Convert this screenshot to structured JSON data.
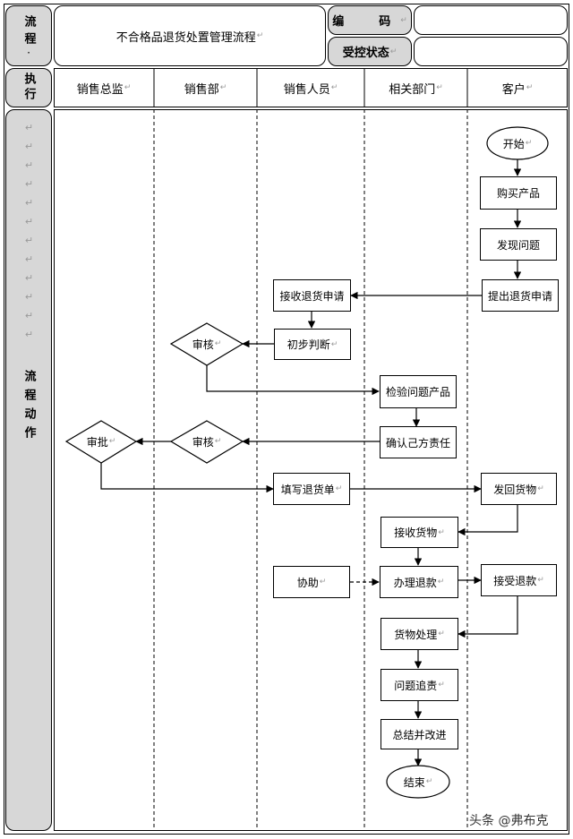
{
  "header": {
    "flow_label": "流程",
    "flow_label_tail": "·",
    "title": "不合格品退货处置管理流程",
    "code_label": "编  码",
    "code_value": "",
    "control_label": "受控状态",
    "control_value": ""
  },
  "lanes": {
    "exec_label": "执行",
    "columns": [
      "销售总监",
      "销售部",
      "销售人员",
      "相关部门",
      "客户"
    ]
  },
  "side": {
    "label": "流程动作"
  },
  "nodes": {
    "start": "开始",
    "buy": "购买产品",
    "find": "发现问题",
    "submit": "提出退货申请",
    "receive_app": "接收退货申请",
    "prelim": "初步判断",
    "review1": "审核",
    "inspect": "检验问题产品",
    "confirm": "确认己方责任",
    "review2": "审核",
    "approve": "审批",
    "fill_form": "填写退货单",
    "send_back": "发回货物",
    "receive_goods": "接收货物",
    "assist": "协助",
    "refund": "办理退款",
    "accept_refund": "接受退款",
    "handle_goods": "货物处理",
    "accountability": "问题追责",
    "summary": "总结并改进",
    "end": "结束"
  },
  "watermark": "头条 @弗布克",
  "colors": {
    "header_grey": "#d7d7d7",
    "line": "#000000"
  }
}
